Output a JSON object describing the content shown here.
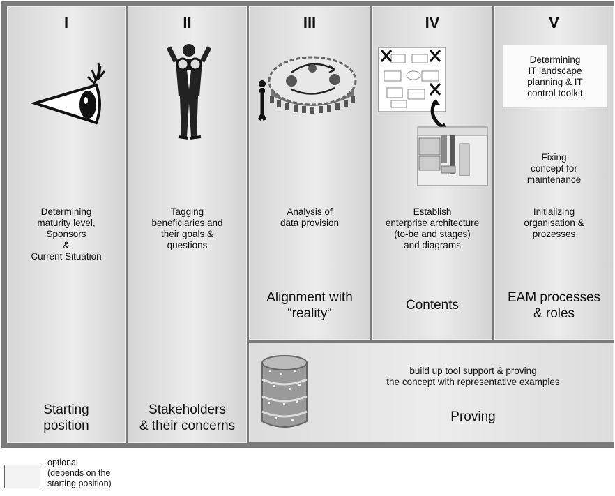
{
  "columns": [
    {
      "numeral": "I",
      "description": "Determining\nmaturity level,\nSponsors\n&\nCurrent Situation",
      "phase": "Starting\nposition",
      "icon": "eye-icon"
    },
    {
      "numeral": "II",
      "description": "Tagging\nbeneficiaries and\ntheir goals &\nquestions",
      "phase": "Stakeholders\n& their concerns",
      "icon": "person-binoculars-icon"
    },
    {
      "numeral": "III",
      "description": "Analysis of\ndata provision",
      "phase": "Alignment with\n“reality“",
      "icon": "gear-cycle-icon"
    },
    {
      "numeral": "IV",
      "description": "Establish\nenterprise architecture\n(to-be and stages)\nand diagrams",
      "phase": "Contents",
      "icon": "diagram-transform-icon"
    },
    {
      "numeral": "V",
      "box_text": "Determining\nIT landscape\nplanning & IT\ncontrol toolkit",
      "description": "Fixing\nconcept for\nmaintenance",
      "description2": "Initializing\norganisation &\nprozesses",
      "phase": "EAM processes\n& roles"
    }
  ],
  "proving": {
    "description": "build up tool support & proving\nthe concept with representative examples",
    "phase": "Proving",
    "icon": "database-icon"
  },
  "legend": {
    "text": "optional\n(depends on the\nstarting position)"
  }
}
